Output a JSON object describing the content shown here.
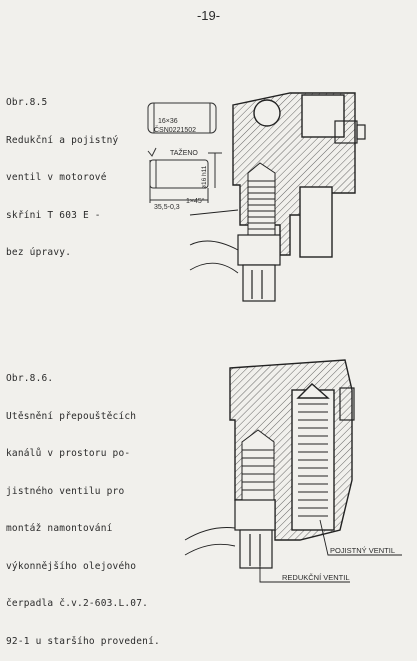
{
  "page": {
    "number": "-19-"
  },
  "figure1": {
    "caption": [
      "Obr.8.5",
      "Redukční a pojistný",
      "ventil v motorové",
      "skříni T 603 E -",
      "bez úpravy."
    ],
    "labels": {
      "pin_size": "16×36",
      "pin_standard": "ČSN0221502",
      "tazeno": "TAŽENO",
      "diameter": "ø16 h11",
      "length": "35,5-0,3",
      "chamfer": "1×45°"
    }
  },
  "figure2": {
    "caption": [
      "Obr.8.6.",
      "Utěsnění přepouštěcích",
      "kanálů v prostoru po-",
      "jistného ventilu pro",
      "montáž namontování",
      "výkonnějšího olejového",
      "čerpadla č.v.2-603.L.07.",
      "92-1 u staršího provedení."
    ],
    "labels": {
      "pojistny": "POJISTNÝ VENTIL",
      "redukcni": "REDUKČNÍ VENTIL"
    }
  }
}
